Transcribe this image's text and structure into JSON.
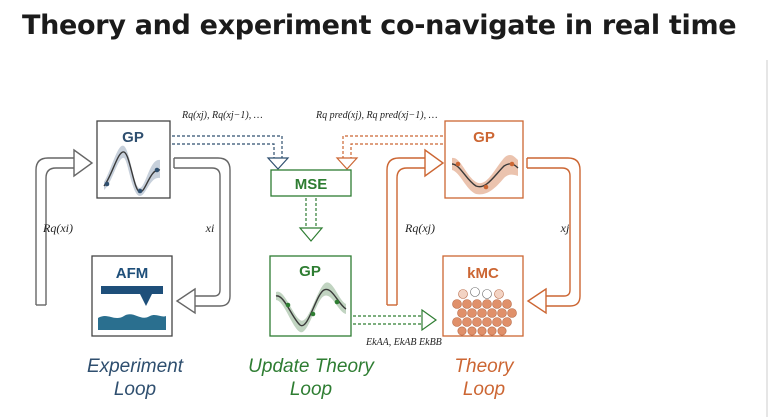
{
  "title": "Theory and experiment co-navigate in real time",
  "colors": {
    "experiment": "#2f4f6f",
    "update": "#2e7d32",
    "theory": "#cc6633",
    "afm_dark": "#1e4f7a",
    "afm_water": "#2a6f8f"
  },
  "experiment": {
    "gp_label": "GP",
    "afm_label": "AFM",
    "left_arrow_label": "Rq(xi)",
    "right_arrow_label": "xi",
    "loop_line1": "Experiment",
    "loop_line2": "Loop"
  },
  "update": {
    "mse_label": "MSE",
    "gp_label": "GP",
    "top_left_label": "Rq(xj), Rq(xj−1), …",
    "top_right_label": "Rq pred(xj), Rq pred(xj−1), …",
    "bottom_label": "EkAA, EkAB EkBB",
    "loop_line1": "Update Theory",
    "loop_line2": "Loop"
  },
  "theory": {
    "gp_label": "GP",
    "kmc_label": "kMC",
    "left_arrow_label": "Rq(xj)",
    "right_arrow_label": "xj",
    "loop_line1": "Theory",
    "loop_line2": "Loop"
  },
  "icons": [
    "gp-plot-icon",
    "afm-tip-icon",
    "kmc-atoms-icon"
  ]
}
